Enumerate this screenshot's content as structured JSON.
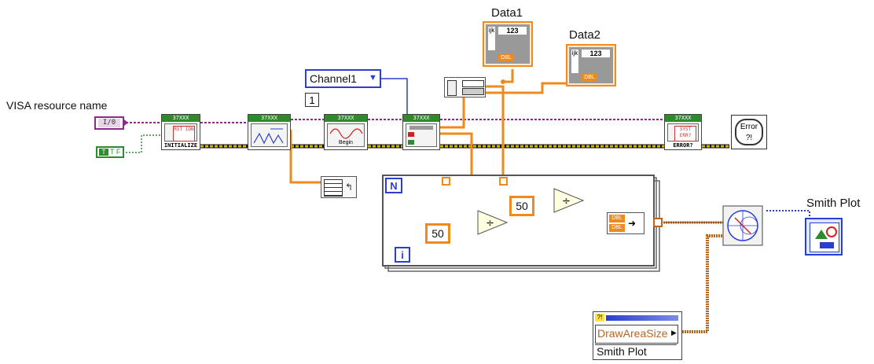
{
  "labels": {
    "visa_resource_name": "VISA resource name",
    "data1": "Data1",
    "data2": "Data2",
    "smith_plot_indicator": "Smith Plot"
  },
  "controls": {
    "visa_io": "I/0",
    "bool_true": "T F",
    "channel_ring": "Channel1",
    "channel_index": "1",
    "draw_area_property": "DrawAreaSize",
    "smith_plot_ref": "Smith Plot"
  },
  "subvis": {
    "initialize": {
      "header": "37XXX",
      "caption": "INITIALIZE",
      "glyph": "RST IDN"
    },
    "configure": {
      "header": "37XXX"
    },
    "begin": {
      "header": "37XXX",
      "caption": "Begin"
    },
    "read": {
      "header": "37XXX"
    },
    "error_query": {
      "header": "37XXX",
      "caption": "ERROR?",
      "glyph": "SYST ERR?"
    }
  },
  "loop": {
    "count_terminal": "N",
    "iteration_terminal": "i",
    "constant_a": "50",
    "constant_b": "50",
    "divide_symbol": "÷",
    "dbl_label": "DBL"
  },
  "indicators": {
    "array_index_label": "123",
    "array_type": "DBL",
    "error_handler": "Error ?!"
  },
  "colors": {
    "error_wire": "#c9a300",
    "visa_wire": "#8a2a8a",
    "dbl_wire": "#f08a1c",
    "complex_wire": "#b8651e",
    "enum_wire": "#2a3fd1",
    "bool_wire": "#2e8b2e",
    "subvi_header": "#2d8a2d"
  }
}
